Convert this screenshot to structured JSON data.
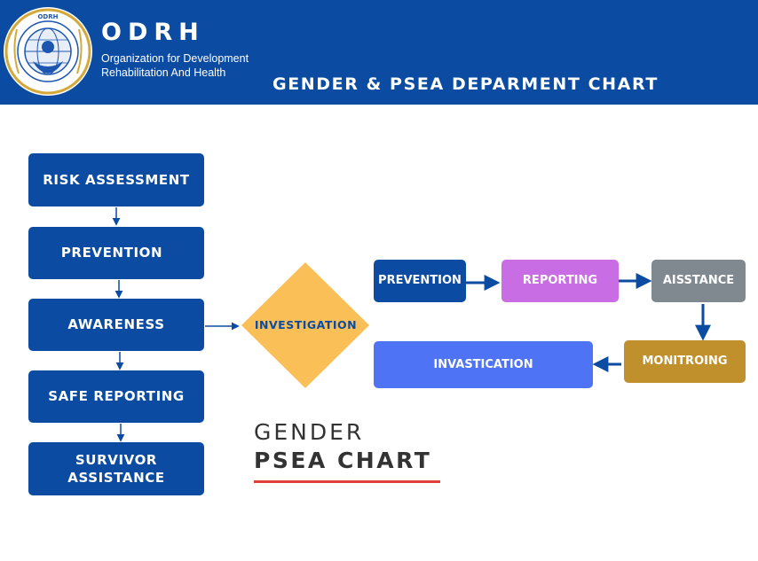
{
  "header": {
    "org_name": "ODRH",
    "org_sub_line1": "Organization for Development",
    "org_sub_line2": "Rehabilitation And Health",
    "chart_title": "GENDER & PSEA DEPARMENT CHART"
  },
  "left_flow": {
    "risk_assessment": "RISK ASSESSMENT",
    "prevention": "PREVENTION",
    "awareness": "AWARENESS",
    "safe_reporting": "SAFE REPORTING",
    "survivor_line1": "SURVIVOR",
    "survivor_line2": "ASSISTANCE"
  },
  "decision": {
    "label": "INVESTIGATION"
  },
  "right_flow": {
    "prevention": "PREVENTION",
    "reporting": "REPORTING",
    "assistance": "AISSTANCE",
    "monitoring": "MONITROING",
    "investigation": "INVASTICATION"
  },
  "caption": {
    "line1": "GENDER",
    "line2": "PSEA CHART"
  },
  "colors": {
    "brand_blue": "#0b4ba1",
    "diamond": "#fbbf57",
    "reporting": "#c86de3",
    "assistance": "#808890",
    "monitoring": "#c0902c",
    "investigation": "#4f73f5",
    "accent_underline": "#e0403c"
  }
}
